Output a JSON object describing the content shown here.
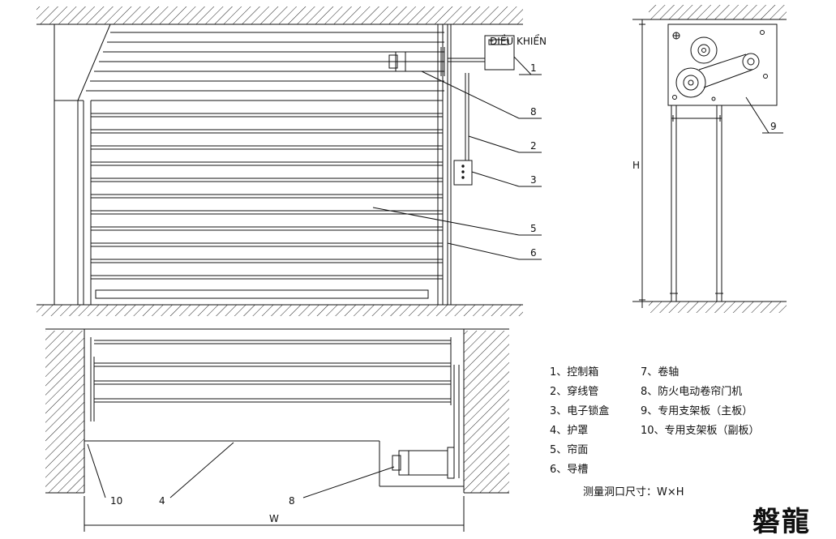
{
  "callouts": {
    "c1": "1",
    "c2": "2",
    "c3": "3",
    "c5": "5",
    "c6": "6",
    "c8a": "8",
    "c9": "9",
    "c10": "10",
    "c4": "4",
    "c8b": "8"
  },
  "dimensions": {
    "height": "H",
    "width": "W"
  },
  "control_box_label": "ĐIỀU KHIỂN",
  "legend": {
    "left": [
      "1、控制箱",
      "2、穿线管",
      "3、电子锁盒",
      "4、护罩",
      "5、帘面",
      "6、导槽"
    ],
    "right": [
      "7、卷轴",
      "8、防火电动卷帘门机",
      "9、专用支架板（主板）",
      "10、专用支架板（副板）"
    ]
  },
  "measurement_note": "测量洞口尺寸：W×H",
  "brand": "磐龍"
}
